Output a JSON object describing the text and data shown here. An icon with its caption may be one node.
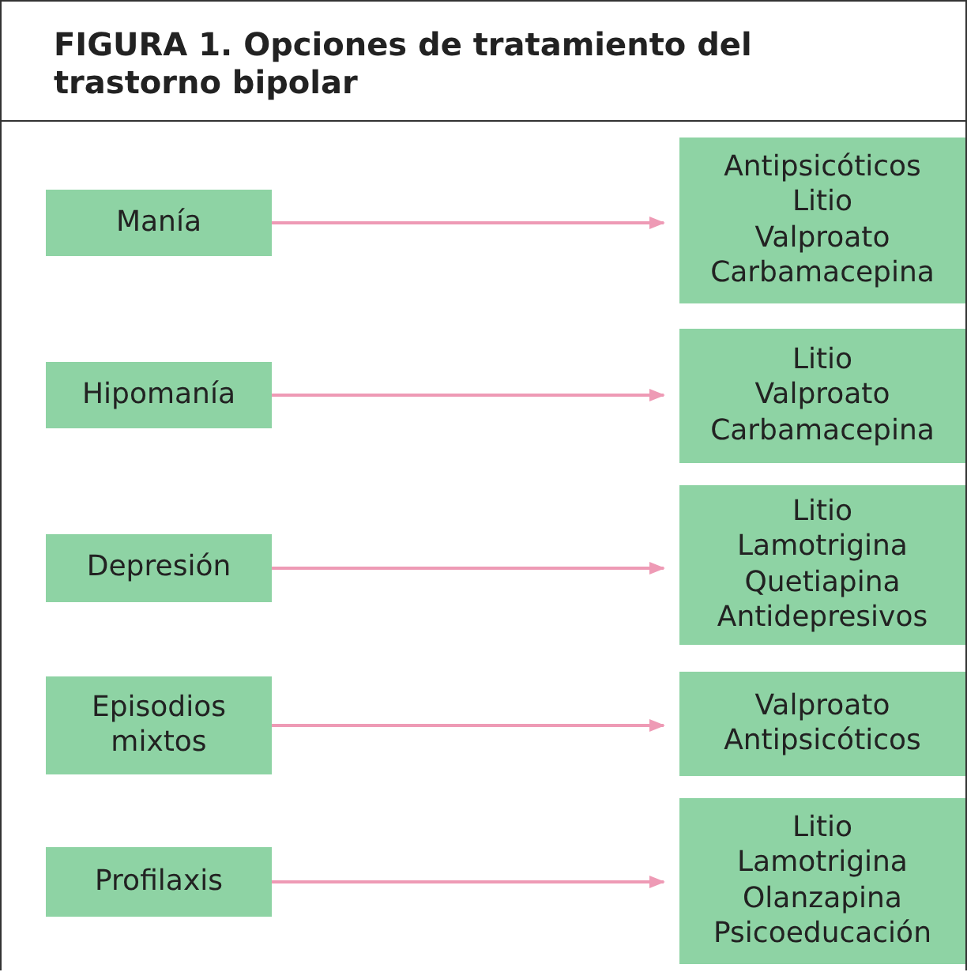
{
  "diagram": {
    "title": "FIGURA 1. Opciones de tratamiento del trastorno bipolar",
    "nodes": [
      {
        "text": [
          "Manía"
        ]
      },
      {
        "text": [
          "Antipsicóticos",
          "Litio",
          "Valproato",
          "Carbamacepina"
        ]
      },
      {
        "text": [
          "Hipomanía"
        ]
      },
      {
        "text": [
          "Litio",
          "Valproato",
          "Carbamacepina"
        ]
      },
      {
        "text": [
          "Depresión"
        ]
      },
      {
        "text": [
          "Litio",
          "Lamotrigina",
          "Quetiapina",
          "Antidepresivos"
        ]
      },
      {
        "text": [
          "Episodios mixtos"
        ]
      },
      {
        "text": [
          "Valproato",
          "Antipsicóticos"
        ]
      },
      {
        "text": [
          "Profilaxis"
        ]
      },
      {
        "text": [
          "Litio",
          "Lamotrigina",
          "Olanzapina",
          "Psicoeducación"
        ]
      }
    ],
    "edges": [
      {
        "from": 0,
        "to": 1,
        "arrow": "to"
      },
      {
        "from": 2,
        "to": 3,
        "arrow": "to"
      },
      {
        "from": 4,
        "to": 5,
        "arrow": "to"
      },
      {
        "from": 6,
        "to": 7,
        "arrow": "to"
      },
      {
        "from": 8,
        "to": 9,
        "arrow": "to"
      }
    ]
  }
}
